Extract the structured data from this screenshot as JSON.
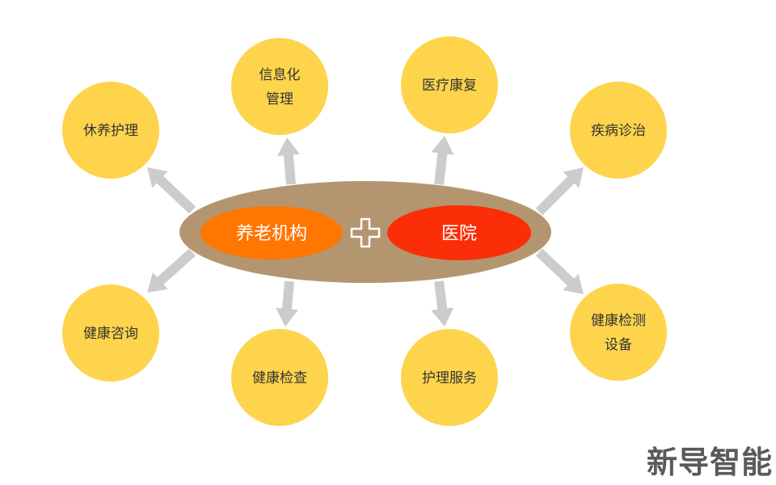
{
  "center": {
    "left_label": "养老机构",
    "plus": "+",
    "right_label": "医院"
  },
  "nodes": [
    {
      "id": "rest-care",
      "lines": [
        "休养护理"
      ]
    },
    {
      "id": "informatization",
      "lines": [
        "信息化",
        "管理"
      ]
    },
    {
      "id": "medical-rehab",
      "lines": [
        "医疗康复"
      ]
    },
    {
      "id": "disease-diagnosis",
      "lines": [
        "疾病诊治"
      ]
    },
    {
      "id": "health-consult",
      "lines": [
        "健康咨询"
      ]
    },
    {
      "id": "health-check",
      "lines": [
        "健康检查"
      ]
    },
    {
      "id": "nursing-service",
      "lines": [
        "护理服务"
      ]
    },
    {
      "id": "health-device",
      "lines": [
        "健康检测",
        "设备"
      ]
    }
  ],
  "watermark": "新导智能",
  "colors": {
    "node_fill": "#fdd44c",
    "ellipse_fill": "#b39670",
    "left_pill": "#ff7600",
    "right_pill": "#fb2e07",
    "arrow": "#cccccc"
  }
}
